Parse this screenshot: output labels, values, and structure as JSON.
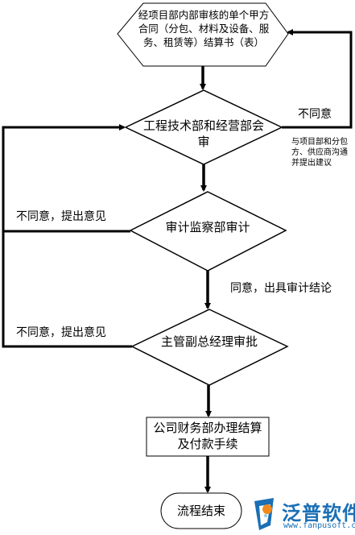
{
  "nodes": {
    "start": "经项目部内部审核的单个甲方合同（分包、材料及设备、服务、租赁等）结算书（表）",
    "engineering_review": "工程技术部和经营部会审",
    "audit_review": "审计监察部审计",
    "deputy_gm_approval": "主管副总经理审批",
    "finance_payment": "公司财务部办理结算及付款手续",
    "end": "流程结束"
  },
  "edge_labels": {
    "disagree_right": "不同意",
    "disagree_right_note": "与项目部和分包方、供应商沟通并提出建议",
    "disagree_audit": "不同意，提出意见",
    "agree_audit": "同意，出具审计结论",
    "disagree_gm": "不同意，提出意见"
  },
  "logo": {
    "name": "泛普软件",
    "url": "www.fanpusoft.com"
  },
  "colors": {
    "line": "#000000",
    "logo_blue": "#1a6fb5",
    "logo_orange": "#f08a1c"
  }
}
